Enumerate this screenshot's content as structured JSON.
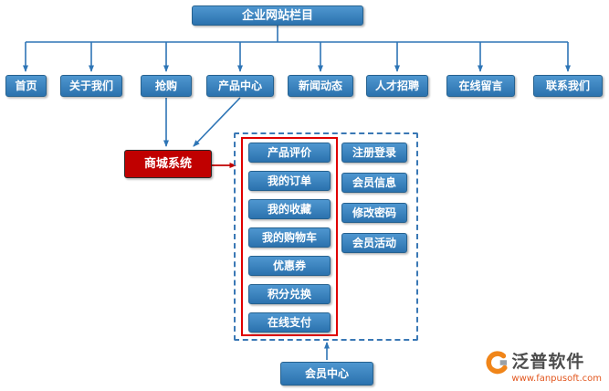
{
  "colors": {
    "node_blue": "#2b72ae",
    "node_red": "#c00000",
    "line_blue": "#2e75b6",
    "line_red": "#c00000",
    "dashed_border": "#3a78b5",
    "inner_red_border": "#e00000",
    "logo_orange": "#f08519",
    "logo_url_color": "#e2571f"
  },
  "diagram": {
    "root": {
      "label": "企业网站栏目"
    },
    "nav": [
      {
        "label": "首页"
      },
      {
        "label": "关于我们"
      },
      {
        "label": "抢购"
      },
      {
        "label": "产品中心"
      },
      {
        "label": "新闻动态"
      },
      {
        "label": "人才招聘"
      },
      {
        "label": "在线留言"
      },
      {
        "label": "联系我们"
      }
    ],
    "mall": {
      "label": "商城系统"
    },
    "mall_features": [
      {
        "label": "产品评价"
      },
      {
        "label": "我的订单"
      },
      {
        "label": "我的收藏"
      },
      {
        "label": "我的购物车"
      },
      {
        "label": "优惠券"
      },
      {
        "label": "积分兑换"
      },
      {
        "label": "在线支付"
      }
    ],
    "member_features": [
      {
        "label": "注册登录"
      },
      {
        "label": "会员信息"
      },
      {
        "label": "修改密码"
      },
      {
        "label": "会员活动"
      }
    ],
    "member_center": {
      "label": "会员中心"
    }
  },
  "logo": {
    "name": "泛普软件",
    "url": "www.fanpusoft.com"
  }
}
